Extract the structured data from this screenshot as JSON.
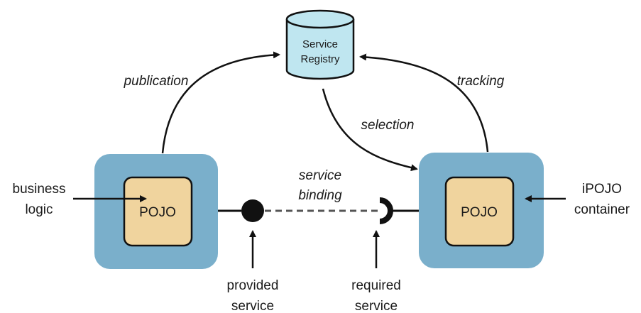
{
  "registry": {
    "label_line1": "Service",
    "label_line2": "Registry"
  },
  "arrows": {
    "publication": "publication",
    "tracking": "tracking",
    "selection": "selection"
  },
  "left_component": {
    "inner_label": "POJO",
    "annotation_line1": "business",
    "annotation_line2": "logic"
  },
  "right_component": {
    "inner_label": "POJO",
    "annotation_line1": "iPOJO",
    "annotation_line2": "container"
  },
  "binding": {
    "label_line1": "service",
    "label_line2": "binding"
  },
  "provided_service": {
    "label_line1": "provided",
    "label_line2": "service"
  },
  "required_service": {
    "label_line1": "required",
    "label_line2": "service"
  },
  "colors": {
    "container_fill": "#7AAFCB",
    "pojo_fill": "#F0D49E",
    "registry_fill": "#BFE6F0",
    "stroke": "#111111"
  }
}
